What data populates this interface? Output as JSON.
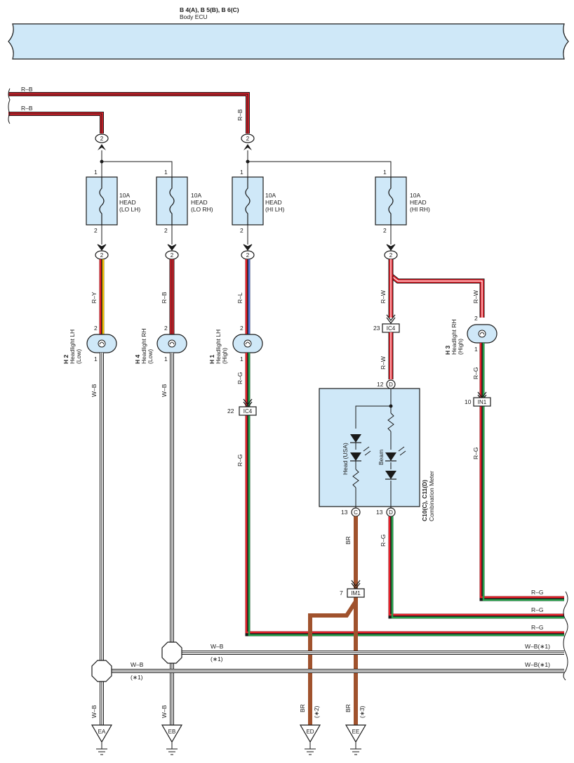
{
  "header": {
    "connectors": "B 4(A), B 5(B), B 6(C)",
    "component": "Body ECU"
  },
  "colors": {
    "fill_light_blue": "#cfe8f8",
    "red": "#e8202a",
    "yellow": "#f3c300",
    "blue": "#4f6fd6",
    "green": "#25a04a",
    "white_wire": "#ffffff",
    "black": "#1a1a1a",
    "brown": "#a0522d"
  },
  "input_wires": {
    "top_left_1": "R–B",
    "top_left_2": "R–B",
    "mid": "R–B"
  },
  "fuses": [
    {
      "pin_top": "1",
      "pin_bot": "2",
      "rating": "10A",
      "name": "HEAD",
      "sub": "(LO LH)"
    },
    {
      "pin_top": "1",
      "pin_bot": "2",
      "rating": "10A",
      "name": "HEAD",
      "sub": "(LO RH)"
    },
    {
      "pin_top": "1",
      "pin_bot": "2",
      "rating": "10A",
      "name": "HEAD",
      "sub": "(HI LH)"
    },
    {
      "pin_top": "1",
      "pin_bot": "2",
      "rating": "10A",
      "name": "HEAD",
      "sub": "(HI RH)"
    }
  ],
  "junction_top": "2",
  "fuse_out": [
    "2",
    "2",
    "2",
    "2"
  ],
  "feed_wires": [
    "R–Y",
    "R–B",
    "R–L",
    "R–W",
    "R–W"
  ],
  "bulbs": [
    {
      "id": "H 2",
      "name": "Headlight LH",
      "sub": "(Low)",
      "pin_in": "2",
      "pin_out": "1",
      "out_wire": "W–B"
    },
    {
      "id": "H 4",
      "name": "Headlight RH",
      "sub": "(Low)",
      "pin_in": "2",
      "pin_out": "1",
      "out_wire": "W–B"
    },
    {
      "id": "H 1",
      "name": "Headlight LH",
      "sub": "(High)",
      "pin_in": "2",
      "pin_out": "1",
      "out_wire": "R–G"
    },
    {
      "id": "H 3",
      "name": "Headlight RH",
      "sub": "(High)",
      "pin_in": "2",
      "pin_out": "1",
      "out_wire": "R–G"
    }
  ],
  "ic4_left": {
    "pin": "22",
    "name": "IC4",
    "wire_below": "R–G"
  },
  "ic4_right": {
    "pin": "23",
    "name": "IC4",
    "wire_below": "R–W"
  },
  "in1": {
    "pin": "10",
    "name": "IN1",
    "wire_below": "R–G"
  },
  "meter": {
    "id": "C10(C), C11(D)",
    "name": "Combination Meter",
    "led_head": "Head (USA)",
    "led_beam": "Beam",
    "pin_top": "12",
    "pin_top_conn": "D",
    "pin_bl": "13",
    "pin_bl_conn": "C",
    "pin_br": "13",
    "pin_br_conn": "D",
    "wire_bl": "BR",
    "wire_br": "R–G"
  },
  "im1": {
    "pin": "7",
    "name": "IM1"
  },
  "right_wires": [
    "R–G",
    "R–G",
    "R–G",
    "W–B(∗1)",
    "W–B(∗1)"
  ],
  "ground_notes": {
    "wb1": "W–B",
    "note1": "(∗1)",
    "wb2": "W–B",
    "note2": "(∗1)"
  },
  "grounds": [
    {
      "name": "EA",
      "wire": "W–B",
      "note": ""
    },
    {
      "name": "EB",
      "wire": "W–B",
      "note": ""
    },
    {
      "name": "ED",
      "wire": "BR",
      "note": "(∗2)"
    },
    {
      "name": "EE",
      "wire": "BR",
      "note": "(∗3)"
    }
  ]
}
